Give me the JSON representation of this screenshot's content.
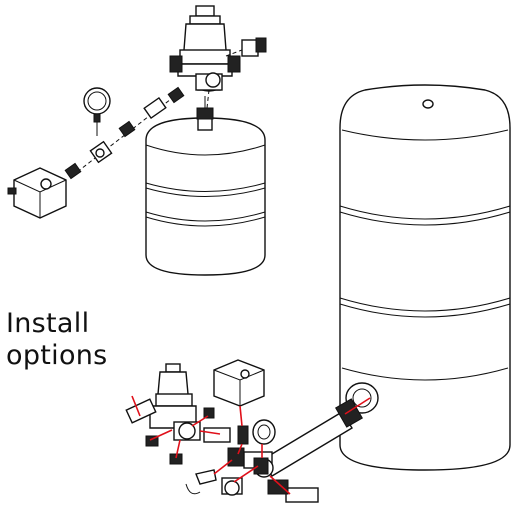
{
  "caption": {
    "line1": "Install",
    "line2": "options"
  },
  "colors": {
    "outline": "#111111",
    "connector": "#e0101a",
    "background": "#ffffff"
  },
  "icons": [
    "pressure-reducing-valve",
    "pressure-gauge",
    "pressure-switch",
    "expansion-tank",
    "storage-tank",
    "pipe-fittings",
    "drain-cock"
  ]
}
